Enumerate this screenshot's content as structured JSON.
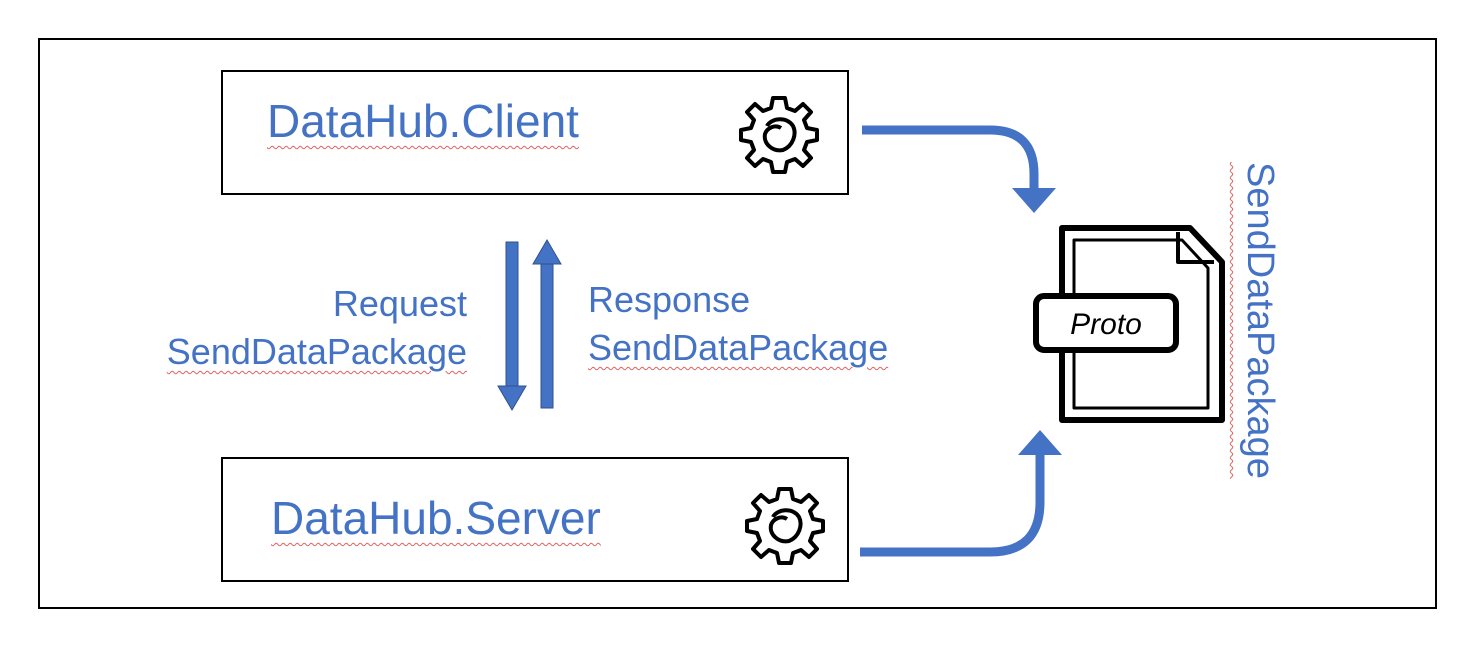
{
  "client": {
    "title": "DataHub.Client",
    "icon": "gear-icon"
  },
  "server": {
    "title": "DataHub.Server",
    "icon": "gear-icon"
  },
  "request": {
    "line1": "Request",
    "line2": "SendDataPackage"
  },
  "response": {
    "line1": "Response",
    "line2": "SendDataPackage"
  },
  "proto": {
    "label": "Proto",
    "icon": "document-icon"
  },
  "side_label": "SendDataPackage",
  "colors": {
    "accent": "#4472c4",
    "stroke": "#000000",
    "spellcheck": "#e06060"
  }
}
